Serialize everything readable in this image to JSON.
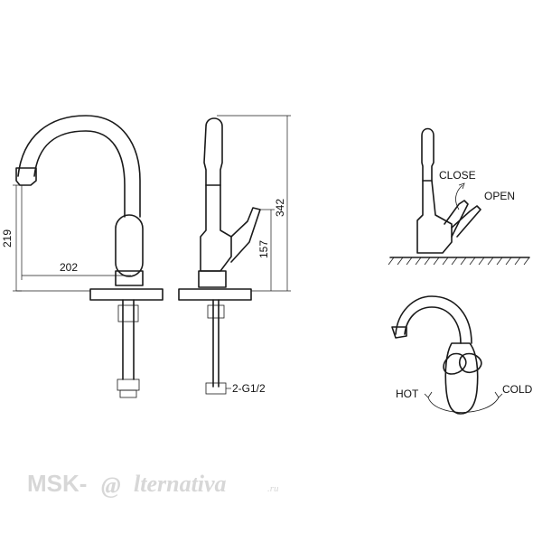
{
  "dimensions": {
    "spout_height": "219",
    "spout_reach": "202",
    "total_height": "342",
    "handle_height": "157",
    "connection": "2-G1/2"
  },
  "operation": {
    "close": "CLOSE",
    "open": "OPEN",
    "hot": "HOT",
    "cold": "COLD"
  },
  "watermark": {
    "prefix": "MSK-",
    "at": "@",
    "suffix": "lternativa",
    "domain": ".ru"
  }
}
